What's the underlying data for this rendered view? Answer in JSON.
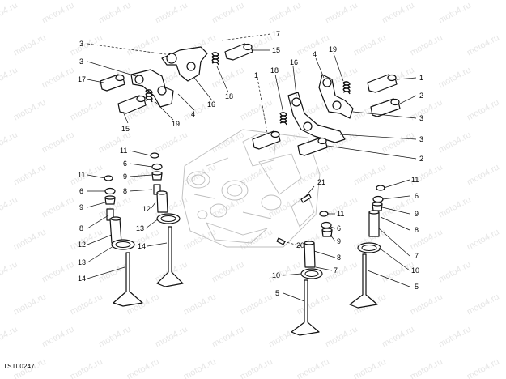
{
  "watermark": "moto4.ru",
  "document_code": "TST00247",
  "callouts": {
    "c1a": "1",
    "c1b": "1",
    "c2a": "2",
    "c2b": "2",
    "c3a": "3",
    "c3b": "3",
    "c3c": "3",
    "c3d": "3",
    "c4a": "4",
    "c4b": "4",
    "c5a": "5",
    "c5b": "5",
    "c6a": "6",
    "c6b": "6",
    "c6c": "6",
    "c6d": "6",
    "c7a": "7",
    "c7b": "7",
    "c8a": "8",
    "c8b": "8",
    "c8c": "8",
    "c8d": "8",
    "c9a": "9",
    "c9b": "9",
    "c9c": "9",
    "c9d": "9",
    "c10a": "10",
    "c10b": "10",
    "c11a": "11",
    "c11b": "11",
    "c11c": "11",
    "c11d": "11",
    "c12a": "12",
    "c12b": "12",
    "c13a": "13",
    "c13b": "13",
    "c14a": "14",
    "c14b": "14",
    "c15a": "15",
    "c15b": "15",
    "c16a": "16",
    "c16b": "16",
    "c17a": "17",
    "c17b": "17",
    "c18a": "18",
    "c18b": "18",
    "c19a": "19",
    "c19b": "19",
    "c20": "20",
    "c21": "21"
  }
}
